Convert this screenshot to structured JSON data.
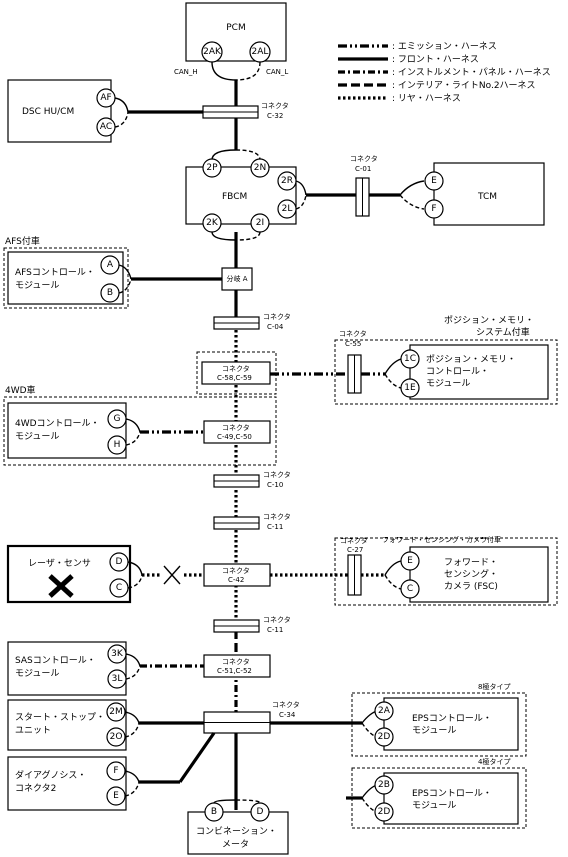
{
  "legend": [
    {
      "style": "emission",
      "label": ": エミッション・ハーネス"
    },
    {
      "style": "front",
      "label": ": フロント・ハーネス"
    },
    {
      "style": "instrument",
      "label": ": インストルメント・パネル・ハーネス"
    },
    {
      "style": "interior",
      "label": ": インテリア・ライトNo.2ハーネス"
    },
    {
      "style": "rear",
      "label": ": リヤ・ハーネス"
    }
  ],
  "modules": {
    "pcm": "PCM",
    "dsc": "DSC HU/CM",
    "fbcm": "FBCM",
    "tcm": "TCM",
    "afs": [
      "AFSコントロール・",
      "モジュール"
    ],
    "position": [
      "ポジション・メモリ・",
      "コントロール・",
      "モジュール"
    ],
    "awd": [
      "4WDコントロール・",
      "モジュール"
    ],
    "laser": "レーザ・センサ",
    "fsc": [
      "フォワード・",
      "センシング・",
      "カメラ (FSC)"
    ],
    "sas": [
      "SASコントロール・",
      "モジュール"
    ],
    "startstop": [
      "スタート・ストップ・",
      "ユニット"
    ],
    "diag": [
      "ダイアグノシス・",
      "コネクタ2"
    ],
    "eps8": [
      "EPSコントロール・",
      "モジュール"
    ],
    "eps4": [
      "EPSコントロール・",
      "モジュール"
    ],
    "combination": [
      "コンビネーション・",
      "メータ"
    ]
  },
  "signals": {
    "can_h": "CAN_H",
    "can_l": "CAN_L"
  },
  "pins": {
    "pcm_h": "2AK",
    "pcm_l": "2AL",
    "dsc_h": "AF",
    "dsc_l": "AC",
    "fbcm_tl": "2P",
    "fbcm_tr": "2N",
    "fbcm_rt": "2R",
    "fbcm_rb": "2L",
    "fbcm_bl": "2K",
    "fbcm_br": "2I",
    "tcm_t": "E",
    "tcm_b": "F",
    "afs_t": "A",
    "afs_b": "B",
    "pos_t": "1C",
    "pos_b": "1E",
    "awd_t": "G",
    "awd_b": "H",
    "laser_t": "D",
    "laser_b": "C",
    "fsc_t": "E",
    "fsc_b": "C",
    "sas_t": "3K",
    "sas_b": "3L",
    "ss_t": "2M",
    "ss_b": "2O",
    "diag_t": "F",
    "diag_b": "E",
    "eps8_t": "2A",
    "eps8_b": "2D",
    "eps4_t": "2B",
    "eps4_b": "2D",
    "comb_l": "B",
    "comb_r": "D"
  },
  "connectors": {
    "c32": [
      "コネクタ",
      "C-32"
    ],
    "c01": [
      "コネクタ",
      "C-01"
    ],
    "junction": "分岐 A",
    "c04": [
      "コネクタ",
      "C-04"
    ],
    "c55": [
      "コネクタ",
      "C-55"
    ],
    "c58": [
      "コネクタ",
      "C-58,C-59"
    ],
    "c49": [
      "コネクタ",
      "C-49,C-50"
    ],
    "c10": [
      "コネクタ",
      "C-10"
    ],
    "c11a": [
      "コネクタ",
      "C-11"
    ],
    "c27": [
      "コネクタ",
      "C-27"
    ],
    "c42": [
      "コネクタ",
      "C-42"
    ],
    "c11b": [
      "コネクタ",
      "C-11"
    ],
    "c51": [
      "コネクタ",
      "C-51,C-52"
    ],
    "c34": [
      "コネクタ",
      "C-34"
    ]
  },
  "options": {
    "afs": "AFS付車",
    "position": [
      "ポジション・メモリ・",
      "システム付車"
    ],
    "awd": "4WD車",
    "fsc": "フォワード・センシング・カメラ付車",
    "eps8": "8極タイプ",
    "eps4": "4極タイプ"
  },
  "laser_status": "disconnected"
}
